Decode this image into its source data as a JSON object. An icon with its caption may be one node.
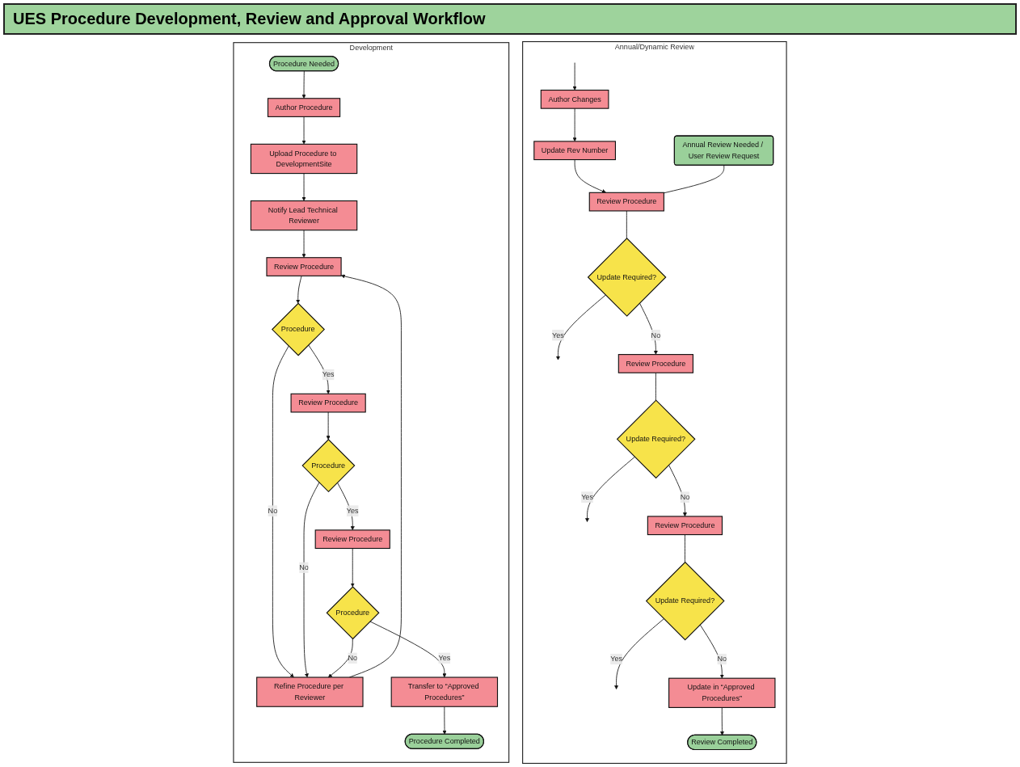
{
  "diagram": {
    "title": "UES Procedure Development, Review and Approval Workflow",
    "nodes": [
      {
        "text": [
          "Development"
        ]
      },
      {
        "text": [
          "Procedure Needed"
        ],
        "in": 0
      },
      {
        "text": [
          "Author Procedure"
        ],
        "in": 0
      },
      {
        "text": [
          "Upload Procedure to DevelopmentSite"
        ],
        "in": 0
      },
      {
        "text": [
          "Notify Lead Technical Reviewer"
        ],
        "in": 0
      },
      {
        "text": [
          "Refine Procedure per Reviewer"
        ],
        "in": 0
      },
      {
        "text": [
          "Review Procedure"
        ],
        "in": 0
      },
      {
        "text": [
          "Procedure"
        ],
        "in": 0
      },
      {
        "text": [
          "Review Procedure"
        ],
        "in": 0
      },
      {
        "text": [
          "Procedure"
        ],
        "in": 0
      },
      {
        "text": [
          "Review Procedure"
        ],
        "in": 0
      },
      {
        "text": [
          "Procedure"
        ],
        "in": 0
      },
      {
        "text": [
          "Transfer to “Approved Procedures”"
        ],
        "in": 0
      },
      {
        "text": [
          "Procedure Completed"
        ],
        "in": 0
      },
      {
        "text": [
          "Annual/Dynamic Review"
        ]
      },
      {
        "text": [
          "Update Rev Number"
        ],
        "in": 14
      },
      {
        "text": [
          "Author Changes"
        ],
        "in": 14
      },
      {
        "text": [
          "Annual Review Needed / User Review Request"
        ],
        "in": 14
      },
      {
        "text": [
          "Review Procedure"
        ],
        "in": 14
      },
      {
        "text": [
          "Update Required?"
        ],
        "in": 14
      },
      {
        "text": [
          "Review Procedure"
        ],
        "in": 14
      },
      {
        "text": [
          "Update Required?"
        ],
        "in": 14
      },
      {
        "text": [
          "Review Procedure"
        ],
        "in": 14
      },
      {
        "text": [
          "Update Required?"
        ],
        "in": 14
      },
      {
        "text": [
          "Update in “Approved Procedures”"
        ],
        "in": 14
      },
      {
        "text": [
          "Review Completed"
        ],
        "in": 14
      }
    ],
    "edges": [
      {
        "from": 1,
        "to": 2,
        "arrow": "to"
      },
      {
        "from": 2,
        "to": 3,
        "arrow": "to"
      },
      {
        "from": 3,
        "to": 4,
        "arrow": "to"
      },
      {
        "from": 4,
        "to": 6,
        "arrow": "to"
      },
      {
        "from": 5,
        "to": 6,
        "arrow": "to"
      },
      {
        "from": 6,
        "to": 7,
        "arrow": "to"
      },
      {
        "from": 7,
        "to": 5,
        "arrow": "to",
        "label": "No"
      },
      {
        "from": 7,
        "to": 8,
        "arrow": "to",
        "label": "Yes"
      },
      {
        "from": 8,
        "to": 9,
        "arrow": "to"
      },
      {
        "from": 9,
        "to": 5,
        "arrow": "to",
        "label": "No"
      },
      {
        "from": 9,
        "to": 10,
        "arrow": "to",
        "label": "Yes"
      },
      {
        "from": 10,
        "to": 11,
        "arrow": "to"
      },
      {
        "from": 11,
        "to": 5,
        "arrow": "to",
        "label": "No"
      },
      {
        "from": 11,
        "to": 12,
        "arrow": "to",
        "label": "Yes"
      },
      {
        "from": 12,
        "to": 13,
        "arrow": "to"
      },
      {
        "from": null,
        "to": 16,
        "arrow": "to"
      },
      {
        "from": 16,
        "to": 15,
        "arrow": "to"
      },
      {
        "from": 15,
        "to": 18,
        "arrow": "to"
      },
      {
        "from": 17,
        "to": 18,
        "arrow": "none"
      },
      {
        "from": 18,
        "to": 19,
        "arrow": "none"
      },
      {
        "from": 19,
        "to": null,
        "arrow": "to",
        "label": "Yes"
      },
      {
        "from": 19,
        "to": 20,
        "arrow": "to",
        "label": "No"
      },
      {
        "from": 20,
        "to": 21,
        "arrow": "none"
      },
      {
        "from": 21,
        "to": null,
        "arrow": "to",
        "label": "Yes"
      },
      {
        "from": 21,
        "to": 22,
        "arrow": "to",
        "label": "No"
      },
      {
        "from": 22,
        "to": 23,
        "arrow": "none"
      },
      {
        "from": 23,
        "to": null,
        "arrow": "to",
        "label": "Yes"
      },
      {
        "from": 23,
        "to": 24,
        "arrow": "to",
        "label": "No"
      },
      {
        "from": 24,
        "to": 25,
        "arrow": "to"
      }
    ]
  }
}
